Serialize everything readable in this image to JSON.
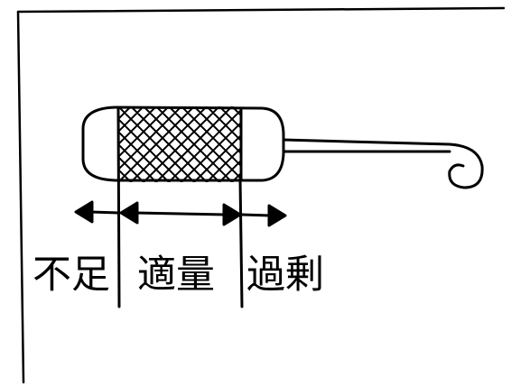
{
  "diagram": {
    "labels": {
      "under": "不足",
      "proper": "適量",
      "over": "過剰"
    },
    "colors": {
      "ink": "#000000",
      "paper": "#ffffff"
    },
    "icons": {
      "tool": "dipstick-icon",
      "mesh": "crosshatch-mesh"
    }
  }
}
